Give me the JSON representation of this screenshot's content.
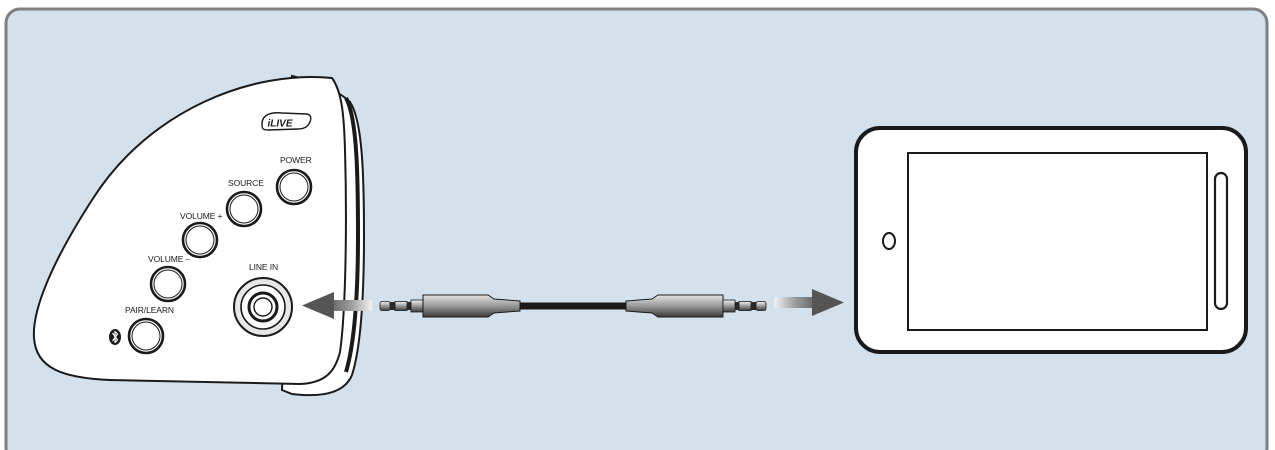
{
  "diagram": {
    "colors": {
      "panel_bg": "#d2e1ec",
      "panel_border": "#808080",
      "outline": "#1a1a1a",
      "arrow_gray": "#5a5a5a"
    },
    "speaker": {
      "brand_logo": "iLIVE",
      "buttons": {
        "power": "POWER",
        "source": "SOURCE",
        "volume_up": "VOLUME +",
        "volume_down": "VOLUME –",
        "pair_learn": "PAIR/LEARN"
      },
      "line_in": "LINE IN",
      "bluetooth_icon": "bluetooth-icon"
    },
    "cable": {
      "type": "3.5mm stereo audio cable"
    },
    "device": {
      "type": "smartphone (landscape)"
    }
  }
}
